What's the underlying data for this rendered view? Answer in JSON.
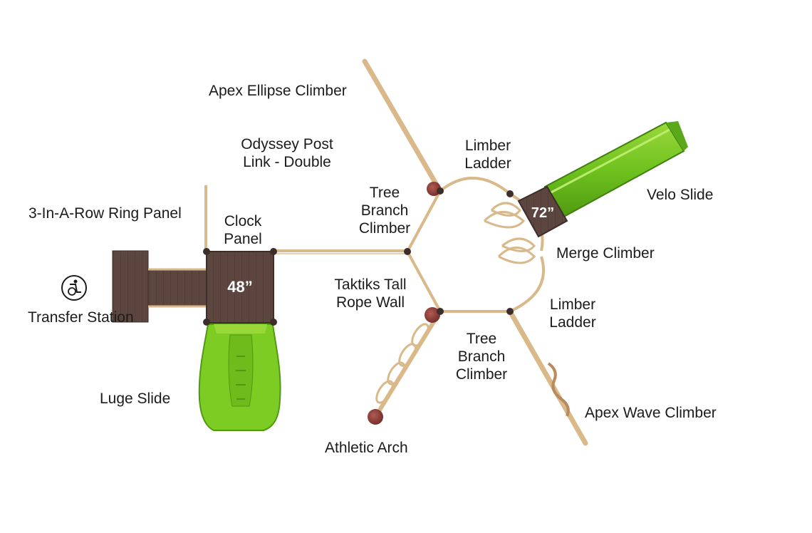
{
  "labels": {
    "apex_ellipse_climber": "Apex Ellipse Climber",
    "odyssey_post_link_line1": "Odyssey Post",
    "odyssey_post_link_line2": "Link - Double",
    "ring_panel": "3-In-A-Row Ring Panel",
    "clock_panel_line1": "Clock",
    "clock_panel_line2": "Panel",
    "transfer_station": "Transfer Station",
    "luge_slide": "Luge Slide",
    "tree_branch_top_line1": "Tree",
    "tree_branch_top_line2": "Branch",
    "tree_branch_top_line3": "Climber",
    "limber_ladder_top_line1": "Limber",
    "limber_ladder_top_line2": "Ladder",
    "velo_slide": "Velo Slide",
    "merge_climber": "Merge Climber",
    "taktiks_line1": "Taktiks Tall",
    "taktiks_line2": "Rope Wall",
    "limber_ladder_bottom_line1": "Limber",
    "limber_ladder_bottom_line2": "Ladder",
    "tree_branch_bottom_line1": "Tree",
    "tree_branch_bottom_line2": "Branch",
    "tree_branch_bottom_line3": "Climber",
    "apex_wave_climber": "Apex Wave Climber",
    "athletic_arch": "Athletic Arch"
  },
  "decks": {
    "main_deck_height": "48”",
    "velo_deck_height": "72”"
  },
  "icons": {
    "accessibility": "wheelchair-accessibility-icon"
  },
  "colors": {
    "deck": "#5d4640",
    "post": "#d9b98a",
    "slide_green": "#7ccc24",
    "slide_green_dark": "#4f9a12",
    "anchor": "#8a3530",
    "label": "#1b1b1b"
  }
}
